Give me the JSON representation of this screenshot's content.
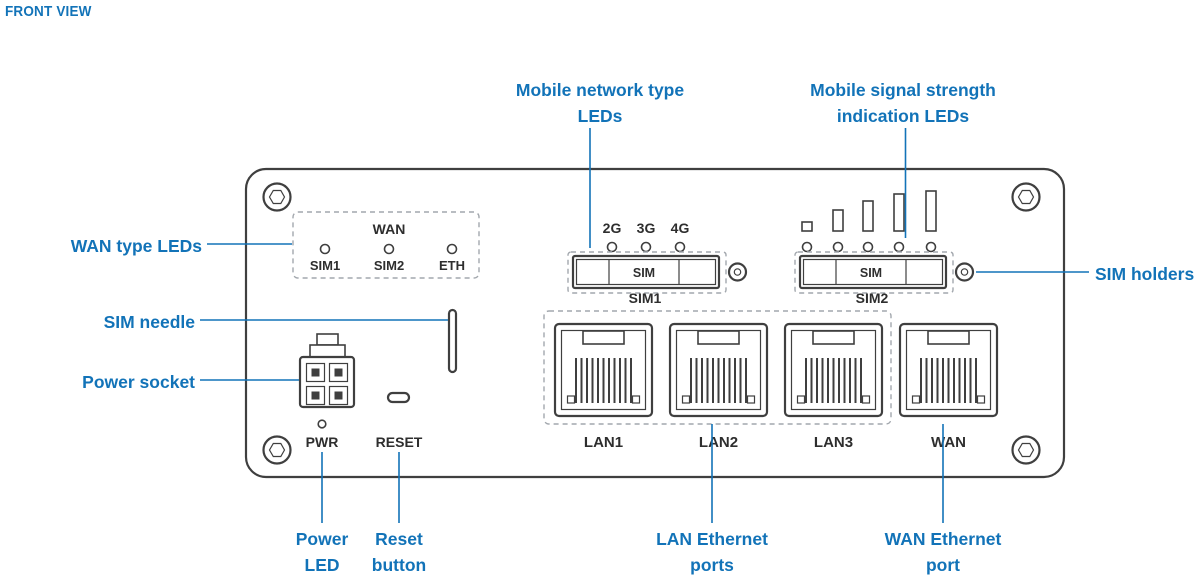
{
  "title": "FRONT VIEW",
  "colors": {
    "accent": "#1273b8",
    "outline": "#3f3f3f"
  },
  "callouts": {
    "wan_type_leds": {
      "text": "WAN type LEDs"
    },
    "sim_needle": {
      "text": "SIM needle"
    },
    "power_socket": {
      "text": "Power socket"
    },
    "power_led": {
      "line1": "Power",
      "line2": "LED"
    },
    "reset_button": {
      "line1": "Reset",
      "line2": "button"
    },
    "mobile_network_type_leds": {
      "line1": "Mobile network type",
      "line2": "LEDs"
    },
    "mobile_signal_leds": {
      "line1": "Mobile signal strength",
      "line2": "indication LEDs"
    },
    "sim_holders": {
      "text": "SIM holders"
    },
    "lan_ethernet_ports": {
      "line1": "LAN Ethernet",
      "line2": "ports"
    },
    "wan_ethernet_port": {
      "line1": "WAN Ethernet",
      "line2": "port"
    }
  },
  "device": {
    "wan_led_group": {
      "title": "WAN",
      "led_labels": [
        "SIM1",
        "SIM2",
        "ETH"
      ]
    },
    "network_led_labels": [
      "2G",
      "3G",
      "4G"
    ],
    "sim_slots": [
      {
        "slot_text": "SIM",
        "label": "SIM1"
      },
      {
        "slot_text": "SIM",
        "label": "SIM2"
      }
    ],
    "power_led_label": "PWR",
    "reset_label": "RESET",
    "port_labels": [
      "LAN1",
      "LAN2",
      "LAN3",
      "WAN"
    ]
  }
}
